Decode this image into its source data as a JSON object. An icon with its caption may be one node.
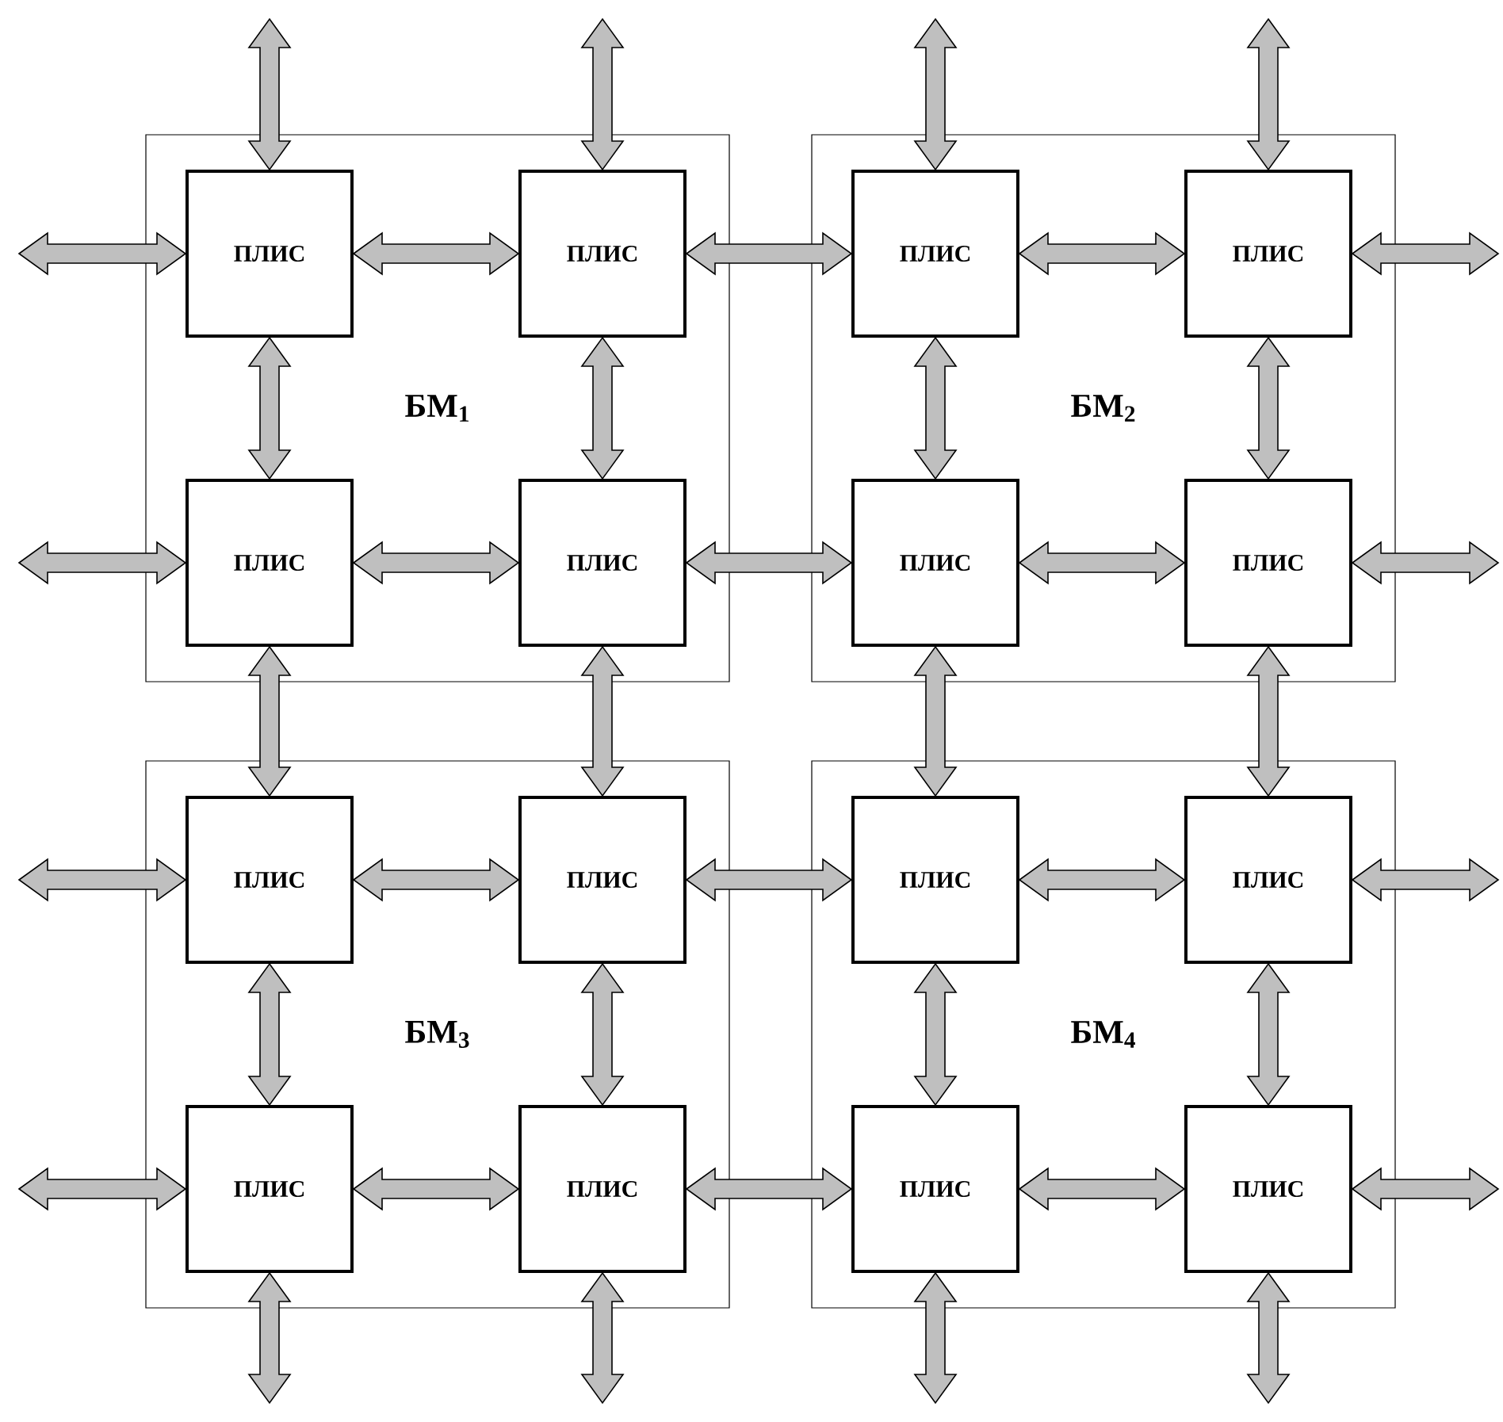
{
  "diagram": {
    "nodes": [
      {
        "text": [
          "БМ$_{1}$"
        ]
      },
      {
        "text": [
          "ПЛИС"
        ],
        "in": 0
      },
      {
        "text": [
          "ПЛИС"
        ],
        "in": 0
      },
      {
        "text": [
          "ПЛИС"
        ],
        "in": 0
      },
      {
        "text": [
          "ПЛИС"
        ],
        "in": 0
      },
      {
        "text": [
          "БМ$_{2}$"
        ]
      },
      {
        "text": [
          "ПЛИС"
        ],
        "in": 5
      },
      {
        "text": [
          "ПЛИС"
        ],
        "in": 5
      },
      {
        "text": [
          "ПЛИС"
        ],
        "in": 5
      },
      {
        "text": [
          "ПЛИС"
        ],
        "in": 5
      },
      {
        "text": [
          "БМ$_{3}$"
        ]
      },
      {
        "text": [
          "ПЛИС"
        ],
        "in": 10
      },
      {
        "text": [
          "ПЛИС"
        ],
        "in": 10
      },
      {
        "text": [
          "ПЛИС"
        ],
        "in": 10
      },
      {
        "text": [
          "ПЛИС"
        ],
        "in": 10
      },
      {
        "text": [
          "БМ$_{4}$"
        ]
      },
      {
        "text": [
          "ПЛИС"
        ],
        "in": 15
      },
      {
        "text": [
          "ПЛИС"
        ],
        "in": 15
      },
      {
        "text": [
          "ПЛИС"
        ],
        "in": 15
      },
      {
        "text": [
          "ПЛИС"
        ],
        "in": 15
      }
    ],
    "edges": [
      {
        "from": 1,
        "to": 2,
        "arrow": "both"
      },
      {
        "from": 2,
        "to": 6,
        "arrow": "both"
      },
      {
        "from": 6,
        "to": 7,
        "arrow": "both"
      },
      {
        "from": 3,
        "to": 4,
        "arrow": "both"
      },
      {
        "from": 4,
        "to": 8,
        "arrow": "both"
      },
      {
        "from": 8,
        "to": 9,
        "arrow": "both"
      },
      {
        "from": 11,
        "to": 12,
        "arrow": "both"
      },
      {
        "from": 12,
        "to": 16,
        "arrow": "both"
      },
      {
        "from": 16,
        "to": 17,
        "arrow": "both"
      },
      {
        "from": 13,
        "to": 14,
        "arrow": "both"
      },
      {
        "from": 14,
        "to": 18,
        "arrow": "both"
      },
      {
        "from": 18,
        "to": 19,
        "arrow": "both"
      },
      {
        "from": 1,
        "to": 3,
        "arrow": "both"
      },
      {
        "from": 3,
        "to": 11,
        "arrow": "both"
      },
      {
        "from": 11,
        "to": 13,
        "arrow": "both"
      },
      {
        "from": 2,
        "to": 4,
        "arrow": "both"
      },
      {
        "from": 4,
        "to": 12,
        "arrow": "both"
      },
      {
        "from": 12,
        "to": 14,
        "arrow": "both"
      },
      {
        "from": 6,
        "to": 8,
        "arrow": "both"
      },
      {
        "from": 8,
        "to": 16,
        "arrow": "both"
      },
      {
        "from": 16,
        "to": 18,
        "arrow": "both"
      },
      {
        "from": 7,
        "to": 9,
        "arrow": "both"
      },
      {
        "from": 9,
        "to": 17,
        "arrow": "both"
      },
      {
        "from": 17,
        "to": 19,
        "arrow": "both"
      },
      {
        "from": null,
        "to": 1,
        "arrow": "both"
      },
      {
        "from": null,
        "to": 2,
        "arrow": "both"
      },
      {
        "from": null,
        "to": 6,
        "arrow": "both"
      },
      {
        "from": null,
        "to": 7,
        "arrow": "both"
      },
      {
        "from": null,
        "to": 1,
        "arrow": "both"
      },
      {
        "from": null,
        "to": 3,
        "arrow": "both"
      },
      {
        "from": null,
        "to": 11,
        "arrow": "both"
      },
      {
        "from": null,
        "to": 13,
        "arrow": "both"
      },
      {
        "from": 7,
        "to": null,
        "arrow": "both"
      },
      {
        "from": 9,
        "to": null,
        "arrow": "both"
      },
      {
        "from": 17,
        "to": null,
        "arrow": "both"
      },
      {
        "from": 19,
        "to": null,
        "arrow": "both"
      },
      {
        "from": 13,
        "to": null,
        "arrow": "both"
      },
      {
        "from": 14,
        "to": null,
        "arrow": "both"
      },
      {
        "from": 18,
        "to": null,
        "arrow": "both"
      },
      {
        "from": 19,
        "to": null,
        "arrow": "both"
      }
    ]
  }
}
